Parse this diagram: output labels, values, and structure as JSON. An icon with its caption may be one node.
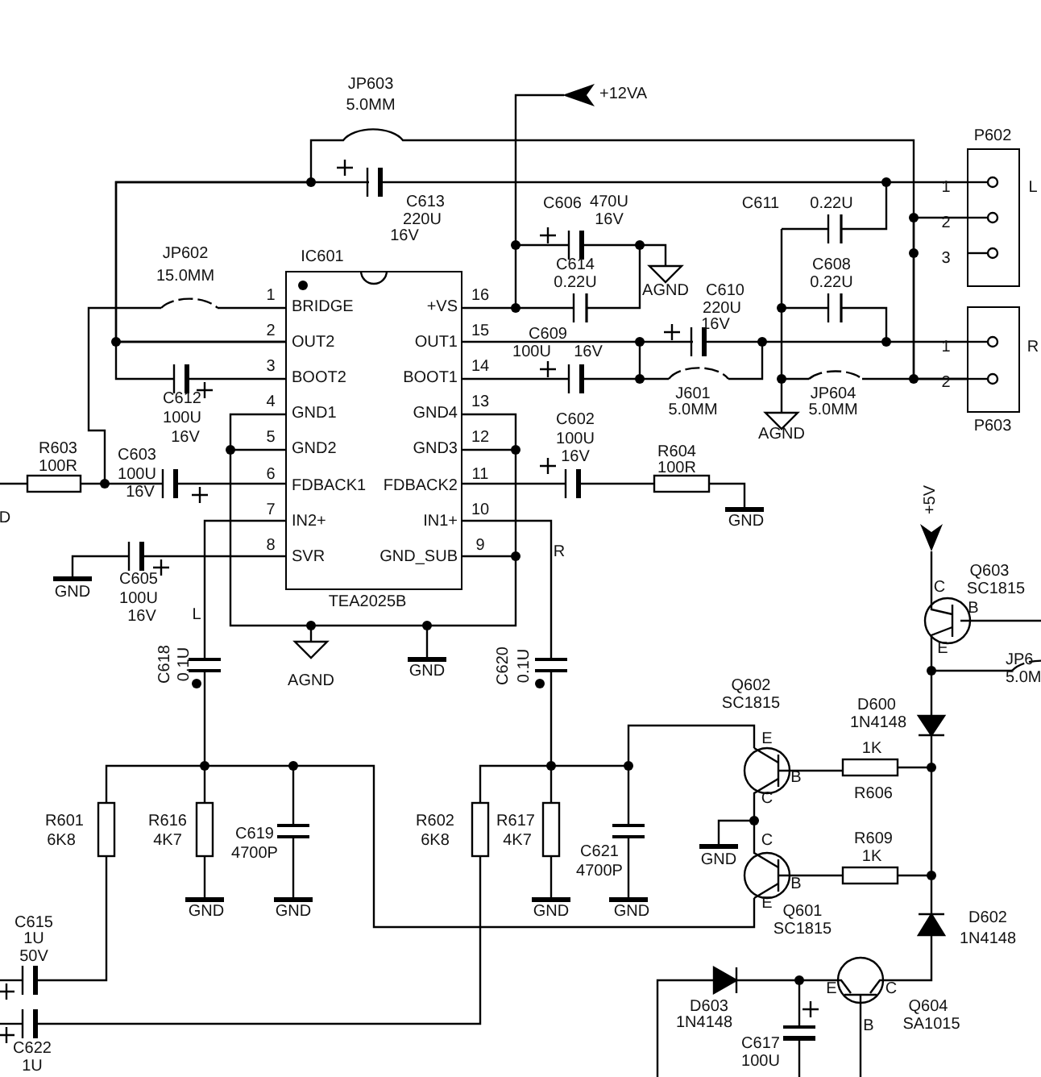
{
  "diagram": {
    "nodes": [
      {
        "text": [
          "IC601",
          "TEA2025B"
        ]
      },
      {
        "text": [
          "P602"
        ]
      },
      {
        "text": [
          "P603"
        ]
      }
    ],
    "edges": [
      {
        "from": 0,
        "to": 1,
        "arrow": "none"
      },
      {
        "from": 0,
        "to": 2,
        "arrow": "none"
      },
      {
        "from": 0,
        "to": 2,
        "arrow": "none"
      },
      {
        "from": 1,
        "to": 2,
        "arrow": "none"
      }
    ],
    "labels": [
      "JP603",
      "5.0MM",
      "+12VA",
      "C613",
      "220U",
      "16V",
      "C606",
      "470U",
      "16V",
      "C611",
      "0.22U",
      "1",
      "L",
      "2",
      "3",
      "JP602",
      "15.0MM",
      "C614",
      "0.22U",
      "C608",
      "0.22U",
      "AGND",
      "C610",
      "220U",
      "16V",
      "1",
      "BRIDGE",
      "+VS",
      "16",
      "2",
      "OUT2",
      "OUT1",
      "15",
      "3",
      "BOOT2",
      "BOOT1",
      "14",
      "4",
      "GND1",
      "GND4",
      "13",
      "5",
      "GND2",
      "GND3",
      "12",
      "6",
      "FDBACK1",
      "FDBACK2",
      "11",
      "7",
      "IN2+",
      "IN1+",
      "10",
      "8",
      "SVR",
      "GND_SUB",
      "9",
      "C609",
      "100U",
      "16V",
      "C612",
      "100U",
      "16V",
      "J601",
      "5.0MM",
      "JP604",
      "5.0MM",
      "1",
      "R",
      "2",
      "AGND",
      "C602",
      "100U",
      "16V",
      "R603",
      "100R",
      "C603",
      "100U",
      "16V",
      "R604",
      "100R",
      "D",
      "GND",
      "C605",
      "100U",
      "16V",
      "GND",
      "R",
      "L",
      "+5V",
      "Q603",
      "C",
      "SC1815",
      "B",
      "E",
      "C618",
      "0.1U",
      "C620",
      "0.1U",
      "AGND",
      "GND",
      "JP6",
      "5.0M",
      "Q602",
      "SC1815",
      "D600",
      "1N4148",
      "E",
      "1K",
      "B",
      "R606",
      "C",
      "R601",
      "6K8",
      "R616",
      "4K7",
      "R602",
      "6K8",
      "R617",
      "4K7",
      "C",
      "R609",
      "GND",
      "1K",
      "B",
      "C619",
      "4700P",
      "C621",
      "4700P",
      "E",
      "GND",
      "GND",
      "GND",
      "GND",
      "Q601",
      "SC1815",
      "D602",
      "1N4148",
      "C615",
      "1U",
      "50V",
      "E",
      "C",
      "D603",
      "1N4148",
      "Q604",
      "B",
      "SA1015",
      "C622",
      "1U",
      "C617",
      "100U"
    ]
  }
}
